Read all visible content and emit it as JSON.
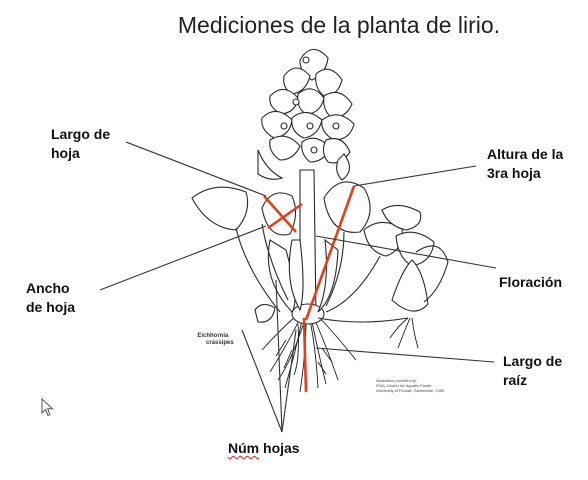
{
  "title": "Mediciones  de la planta de lirio.",
  "labels": {
    "largo_hoja": [
      "Largo de",
      "hoja"
    ],
    "altura_3ra": [
      "Altura de la",
      "3ra hoja"
    ],
    "ancho_hoja": [
      "Ancho",
      "de hoja"
    ],
    "floracion": [
      "Floración"
    ],
    "largo_raiz": [
      "Largo de",
      "raíz"
    ],
    "num_hojas_a": "Núm",
    "num_hojas_b": " hojas"
  },
  "species_label": [
    "Eichhornia",
    "crassipes"
  ],
  "credit_lines": [
    "Illustration provided by:",
    "IFAS, Center for Aquatic Plants",
    "University of Florida, Gainesville, 1990"
  ],
  "colors": {
    "measure_line": "#e0401a",
    "leader_line": "#333333",
    "ink": "#222222"
  }
}
